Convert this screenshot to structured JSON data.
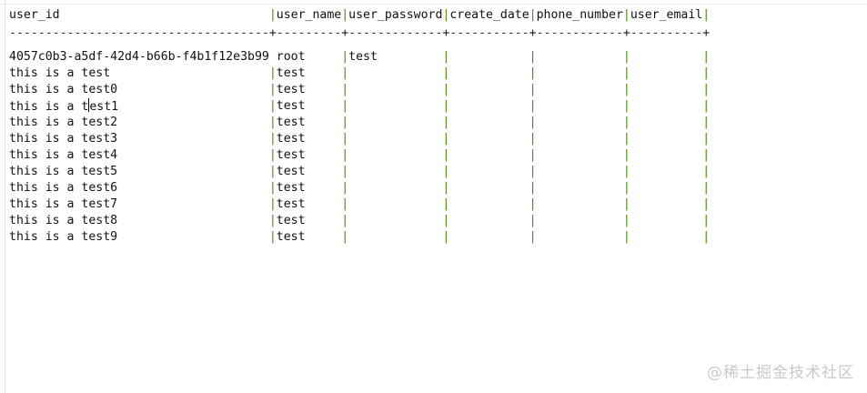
{
  "table": {
    "columns": [
      "user_id",
      "user_name",
      "user_password",
      "create_date",
      "phone_number",
      "user_email"
    ],
    "column_widths": [
      36,
      9,
      13,
      11,
      12,
      10
    ],
    "rows": [
      [
        "4057c0b3-a5df-42d4-b66b-f4b1f12e3b99",
        "root",
        "test",
        "",
        "",
        ""
      ],
      [
        "this is a test",
        "test",
        "",
        "",
        "",
        ""
      ],
      [
        "this is a test0",
        "test",
        "",
        "",
        "",
        ""
      ],
      [
        "this is a test1",
        "test",
        "",
        "",
        "",
        ""
      ],
      [
        "this is a test2",
        "test",
        "",
        "",
        "",
        ""
      ],
      [
        "this is a test3",
        "test",
        "",
        "",
        "",
        ""
      ],
      [
        "this is a test4",
        "test",
        "",
        "",
        "",
        ""
      ],
      [
        "this is a test5",
        "test",
        "",
        "",
        "",
        ""
      ],
      [
        "this is a test6",
        "test",
        "",
        "",
        "",
        ""
      ],
      [
        "this is a test7",
        "test",
        "",
        "",
        "",
        ""
      ],
      [
        "this is a test8",
        "test",
        "",
        "",
        "",
        ""
      ],
      [
        "this is a test9",
        "test",
        "",
        "",
        "",
        ""
      ]
    ]
  },
  "colors": {
    "separator_bar": "#4e8a14",
    "text": "#111111"
  },
  "watermark": "@稀土掘金技术社区"
}
